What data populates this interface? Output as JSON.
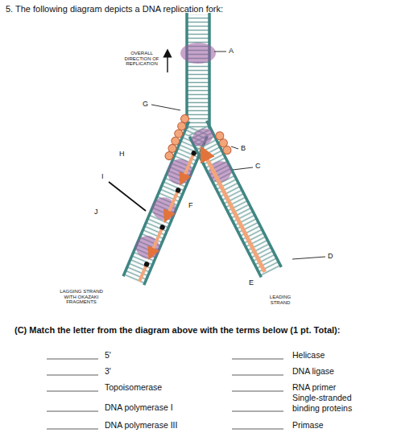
{
  "diagram": {
    "title": "5. The following diagram depicts a DNA replication fork:",
    "labels": [
      "OVERALL DIRECTION OF REPLICATION",
      "A",
      "G",
      "B",
      "C",
      "H",
      "I",
      "F",
      "J",
      "D",
      "E",
      "LAGGING STRAND WITH OKAZAKI FRAGMENTS",
      "LEADING STRAND",
      "(C) Match the letter from the diagram above with the terms below (1 pt. Total):",
      "5'",
      "Helicase",
      "3'",
      "DNA ligase",
      "Topoisomerase",
      "RNA primer",
      "DNA polymerase I",
      "Single-stranded binding proteins",
      "DNA polymerase III",
      "Primase"
    ]
  }
}
